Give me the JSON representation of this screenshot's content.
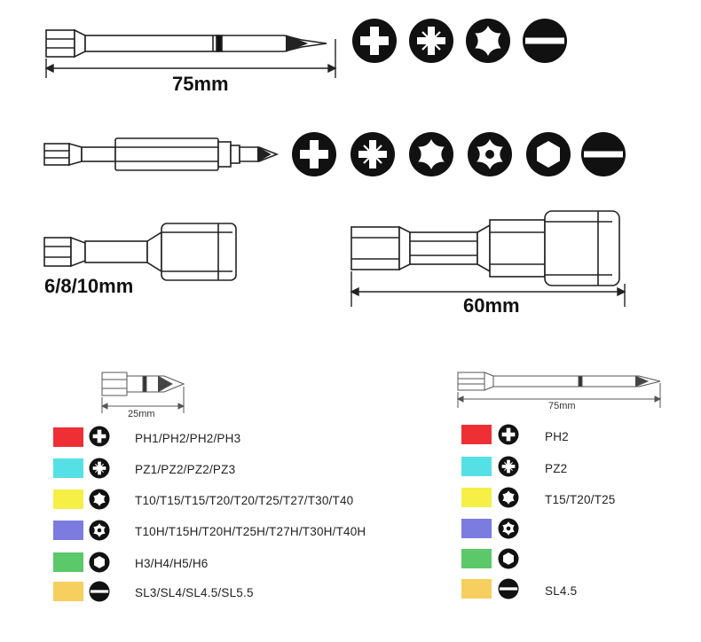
{
  "dimensions": {
    "top_bit": "75mm",
    "socket_left": "6/8/10mm",
    "socket_right": "60mm",
    "short_bit": "25mm",
    "long_bit": "75mm"
  },
  "icons_row1": [
    "phillips-icon",
    "pozidriv-icon",
    "torx-icon",
    "slotted-icon"
  ],
  "icons_row2": [
    "phillips-icon",
    "pozidriv-icon",
    "torx-icon",
    "torx-security-icon",
    "hex-icon",
    "slotted-icon"
  ],
  "legend_left": [
    {
      "color": "#ee3035",
      "icon": "phillips-icon",
      "text": "PH1/PH2/PH2/PH3"
    },
    {
      "color": "#55e0e6",
      "icon": "pozidriv-icon",
      "text": "PZ1/PZ2/PZ2/PZ3"
    },
    {
      "color": "#f5ef46",
      "icon": "torx-icon",
      "text": "T10/T15/T15/T20/T20/T25/T27/T30/T40"
    },
    {
      "color": "#7c7be0",
      "icon": "torx-security-icon",
      "text": "T10H/T15H/T20H/T25H/T27H/T30H/T40H"
    },
    {
      "color": "#5bc86a",
      "icon": "hex-icon",
      "text": "H3/H4/H5/H6"
    },
    {
      "color": "#f6cf5e",
      "icon": "slotted-icon",
      "text": "SL3/SL4/SL4.5/SL5.5"
    }
  ],
  "legend_right": [
    {
      "color": "#ee3035",
      "icon": "phillips-icon",
      "text": "PH2"
    },
    {
      "color": "#55e0e6",
      "icon": "pozidriv-icon",
      "text": "PZ2"
    },
    {
      "color": "#f5ef46",
      "icon": "torx-icon",
      "text": "T15/T20/T25"
    },
    {
      "color": "#7c7be0",
      "icon": "torx-security-icon",
      "text": ""
    },
    {
      "color": "#5bc86a",
      "icon": "hex-icon",
      "text": ""
    },
    {
      "color": "#f6cf5e",
      "icon": "slotted-icon",
      "text": "SL4.5"
    }
  ]
}
